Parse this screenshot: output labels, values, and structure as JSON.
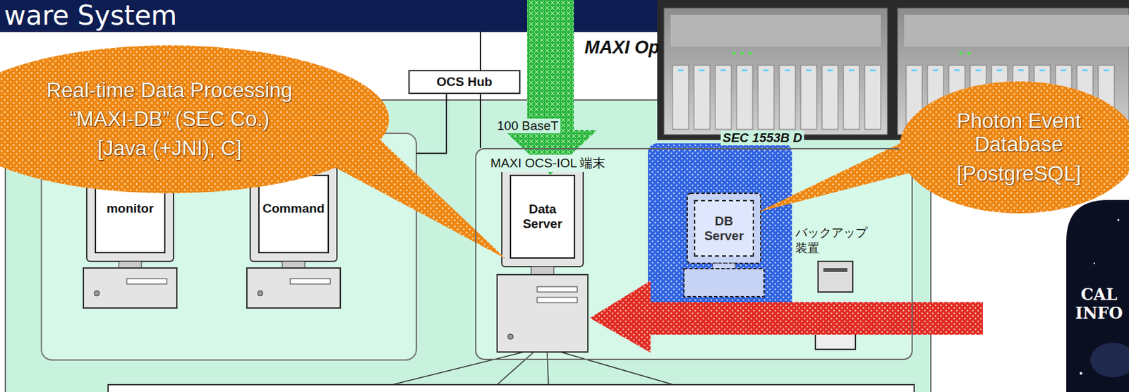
{
  "diagram": {
    "title": "ware System",
    "nodes": [
      {
        "text": [
          "OCS Hub"
        ]
      },
      {
        "text": [
          "Real-time Data Processing",
          "“MAXI-DB” (SEC Co.)",
          "[Java (+JNI), C]"
        ]
      },
      {
        "text": [
          "monitor"
        ]
      },
      {
        "text": [
          "Command"
        ]
      },
      {
        "text": [
          "MAXI OCS-IOL 端末"
        ]
      },
      {
        "text": [
          "Data Server"
        ],
        "in": 4
      },
      {
        "text": [
          "DB Server"
        ],
        "in": 4
      },
      {
        "text": [
          "Photon Event Database",
          "[PostgreSQL]"
        ]
      }
    ],
    "edges": [
      {
        "from": 0,
        "to": 4,
        "arrow": "none"
      }
    ],
    "labels": [
      "MAXI Op",
      "100 BaseT",
      "SEC 1553B D",
      "バックアップ 装置",
      "CAL INFO"
    ]
  }
}
